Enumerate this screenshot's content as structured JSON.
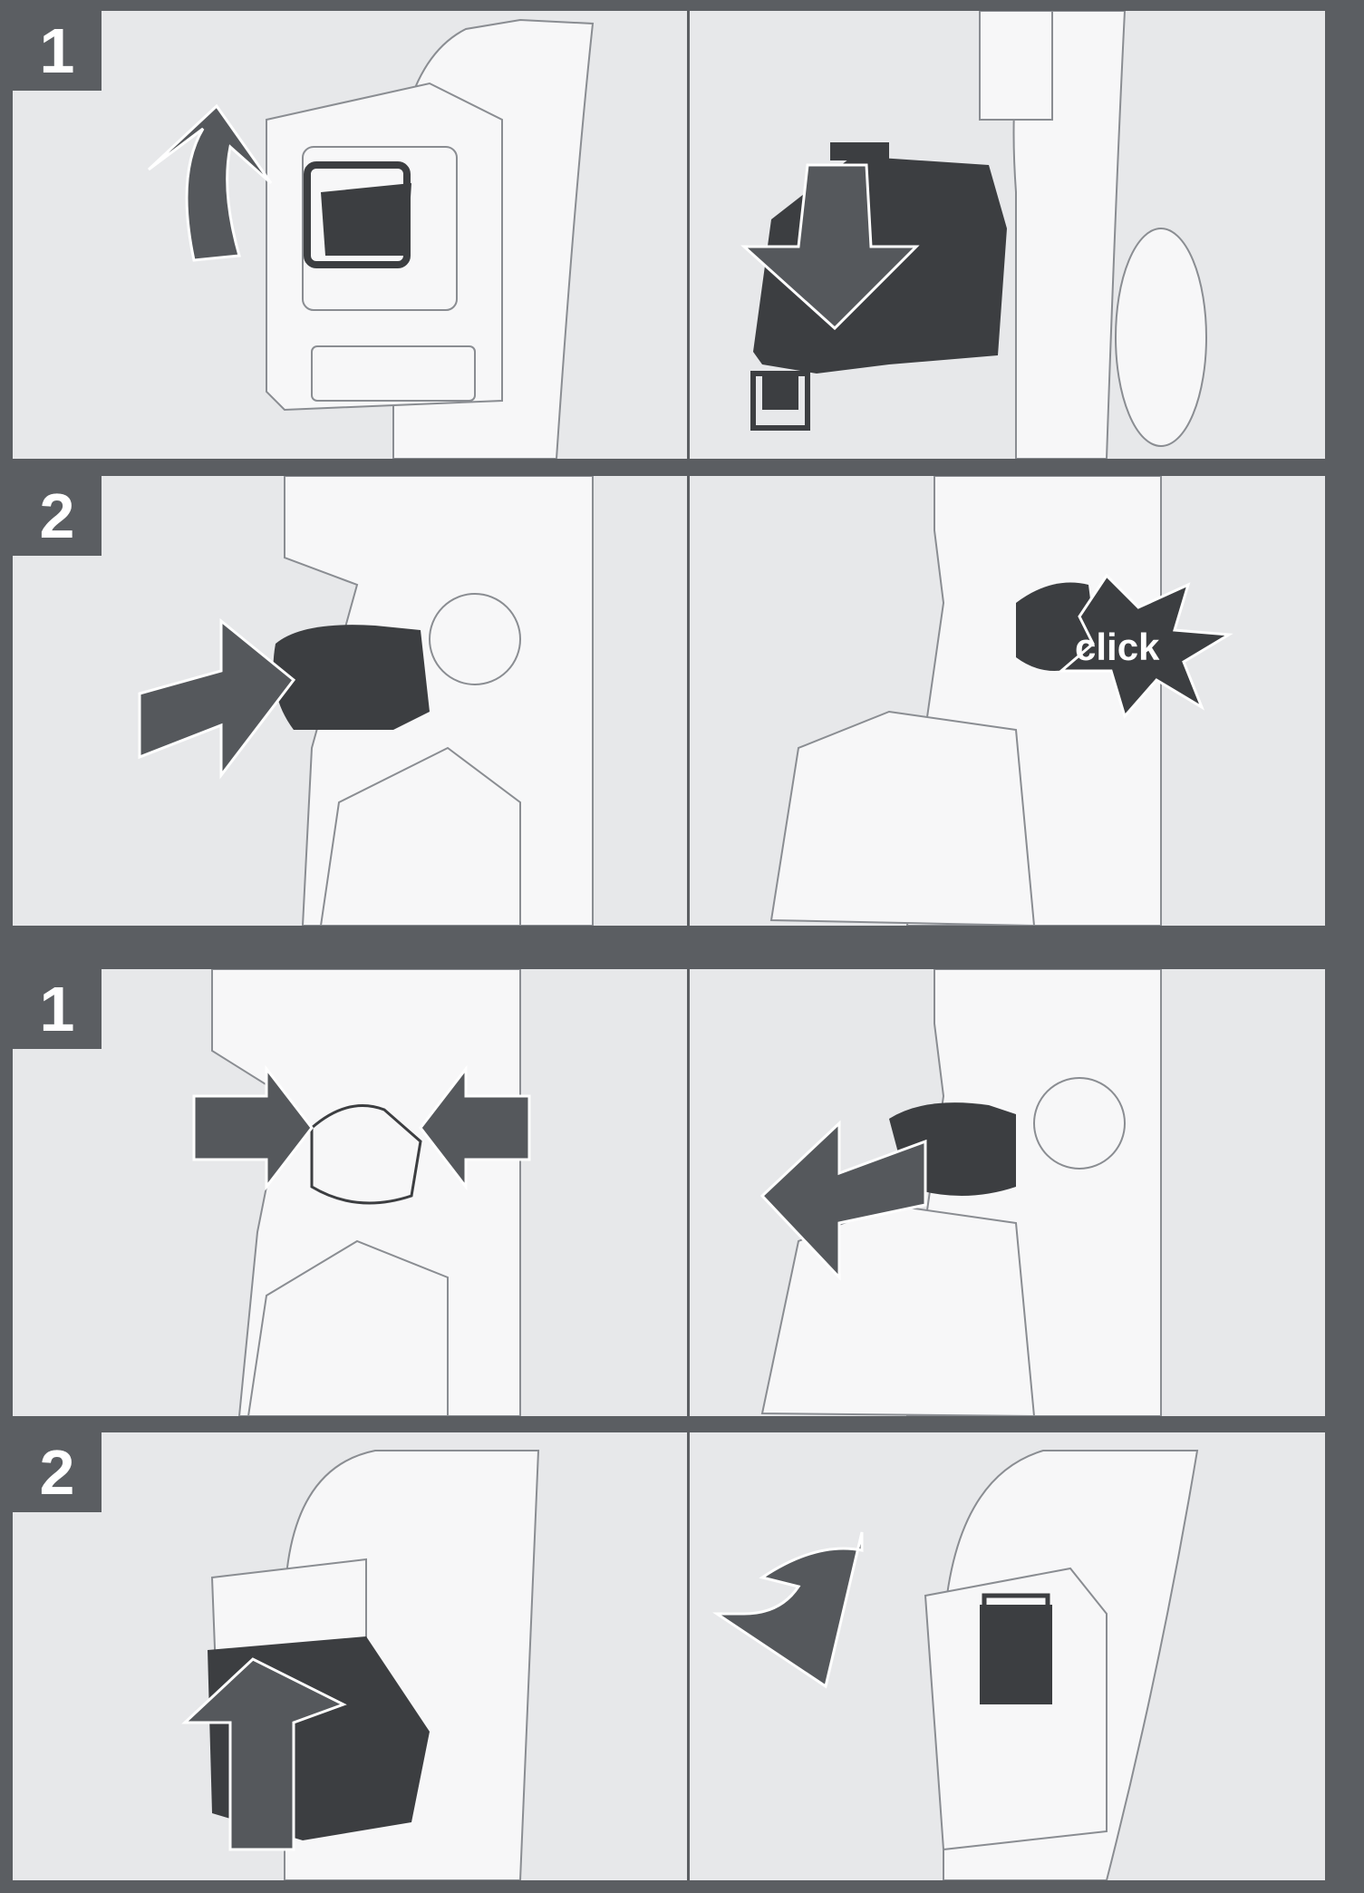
{
  "steps": [
    {
      "label": "1"
    },
    {
      "label": "2"
    },
    {
      "label": "1"
    },
    {
      "label": "2"
    }
  ],
  "callouts": {
    "click": "click"
  },
  "colors": {
    "frame": "#5b5e62",
    "panel_bg": "#e7e8ea",
    "part_dark": "#3c3e41",
    "arrow": "#55585c",
    "tool_outline": "#7a7d82"
  },
  "icons": [
    "arrow-up-curved-icon",
    "arrow-down-icon",
    "arrow-right-icon",
    "arrow-left-icon",
    "arrow-down-curved-icon",
    "click-burst-icon"
  ]
}
